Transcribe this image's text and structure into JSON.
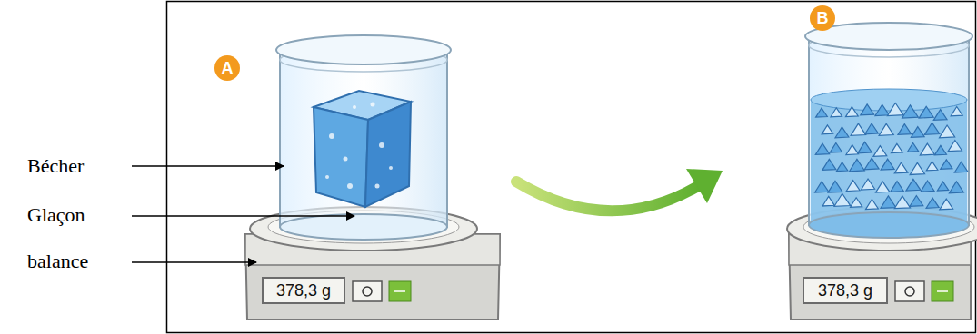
{
  "diagram": {
    "nodes": [
      {
        "text": [
          "A"
        ]
      },
      {
        "text": [
          "378,3 g"
        ]
      },
      {
        "text": [
          "B"
        ]
      },
      {
        "text": [
          "378,3 g"
        ]
      }
    ],
    "labels": [
      "Bécher",
      "Glaçon",
      "balance"
    ]
  }
}
